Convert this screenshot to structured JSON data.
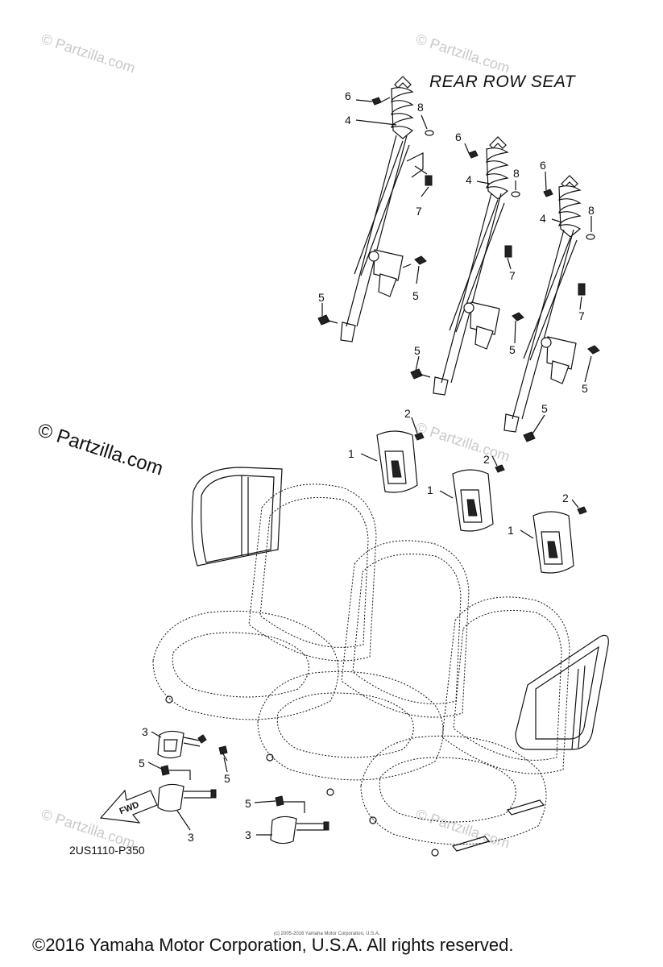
{
  "title": "REAR ROW SEAT",
  "watermark_text": "© Partzilla.com",
  "diagram_code": "2US1110-P350",
  "fwd_label": "FWD",
  "copyright": "©2016 Yamaha Motor Corporation, U.S.A. All rights reserved.",
  "tiny_copyright": "(c) 2005-2016 Yamaha Motor Corporation, U.S.A.",
  "callouts": [
    {
      "label": "6"
    },
    {
      "label": "4"
    },
    {
      "label": "8"
    },
    {
      "label": "7"
    },
    {
      "label": "5"
    },
    {
      "label": "5"
    },
    {
      "label": "6"
    },
    {
      "label": "4"
    },
    {
      "label": "8"
    },
    {
      "label": "7"
    },
    {
      "label": "5"
    },
    {
      "label": "5"
    },
    {
      "label": "6"
    },
    {
      "label": "4"
    },
    {
      "label": "8"
    },
    {
      "label": "7"
    },
    {
      "label": "5"
    },
    {
      "label": "5"
    },
    {
      "label": "2"
    },
    {
      "label": "1"
    },
    {
      "label": "2"
    },
    {
      "label": "1"
    },
    {
      "label": "2"
    },
    {
      "label": "1"
    },
    {
      "label": "3"
    },
    {
      "label": "5"
    },
    {
      "label": "5"
    },
    {
      "label": "3"
    },
    {
      "label": "5"
    },
    {
      "label": "3"
    }
  ]
}
